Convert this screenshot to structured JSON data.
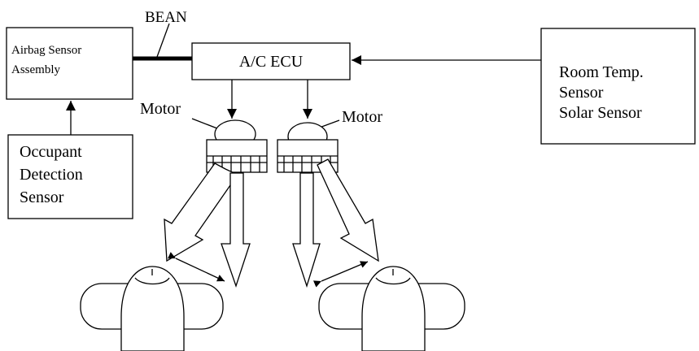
{
  "boxes": {
    "airbag": {
      "line1": "Airbag Sensor",
      "line2": "Assembly"
    },
    "occupant": {
      "line1": "Occupant",
      "line2": "Detection",
      "line3": "Sensor"
    },
    "ac_ecu": {
      "label": "A/C ECU"
    },
    "room": {
      "line1": "Room Temp.",
      "line2": "Sensor",
      "line3": "Solar Sensor"
    }
  },
  "labels": {
    "bean": "BEAN",
    "motor_left": "Motor",
    "motor_right": "Motor"
  },
  "colors": {
    "stroke": "#000000",
    "background": "#ffffff"
  }
}
